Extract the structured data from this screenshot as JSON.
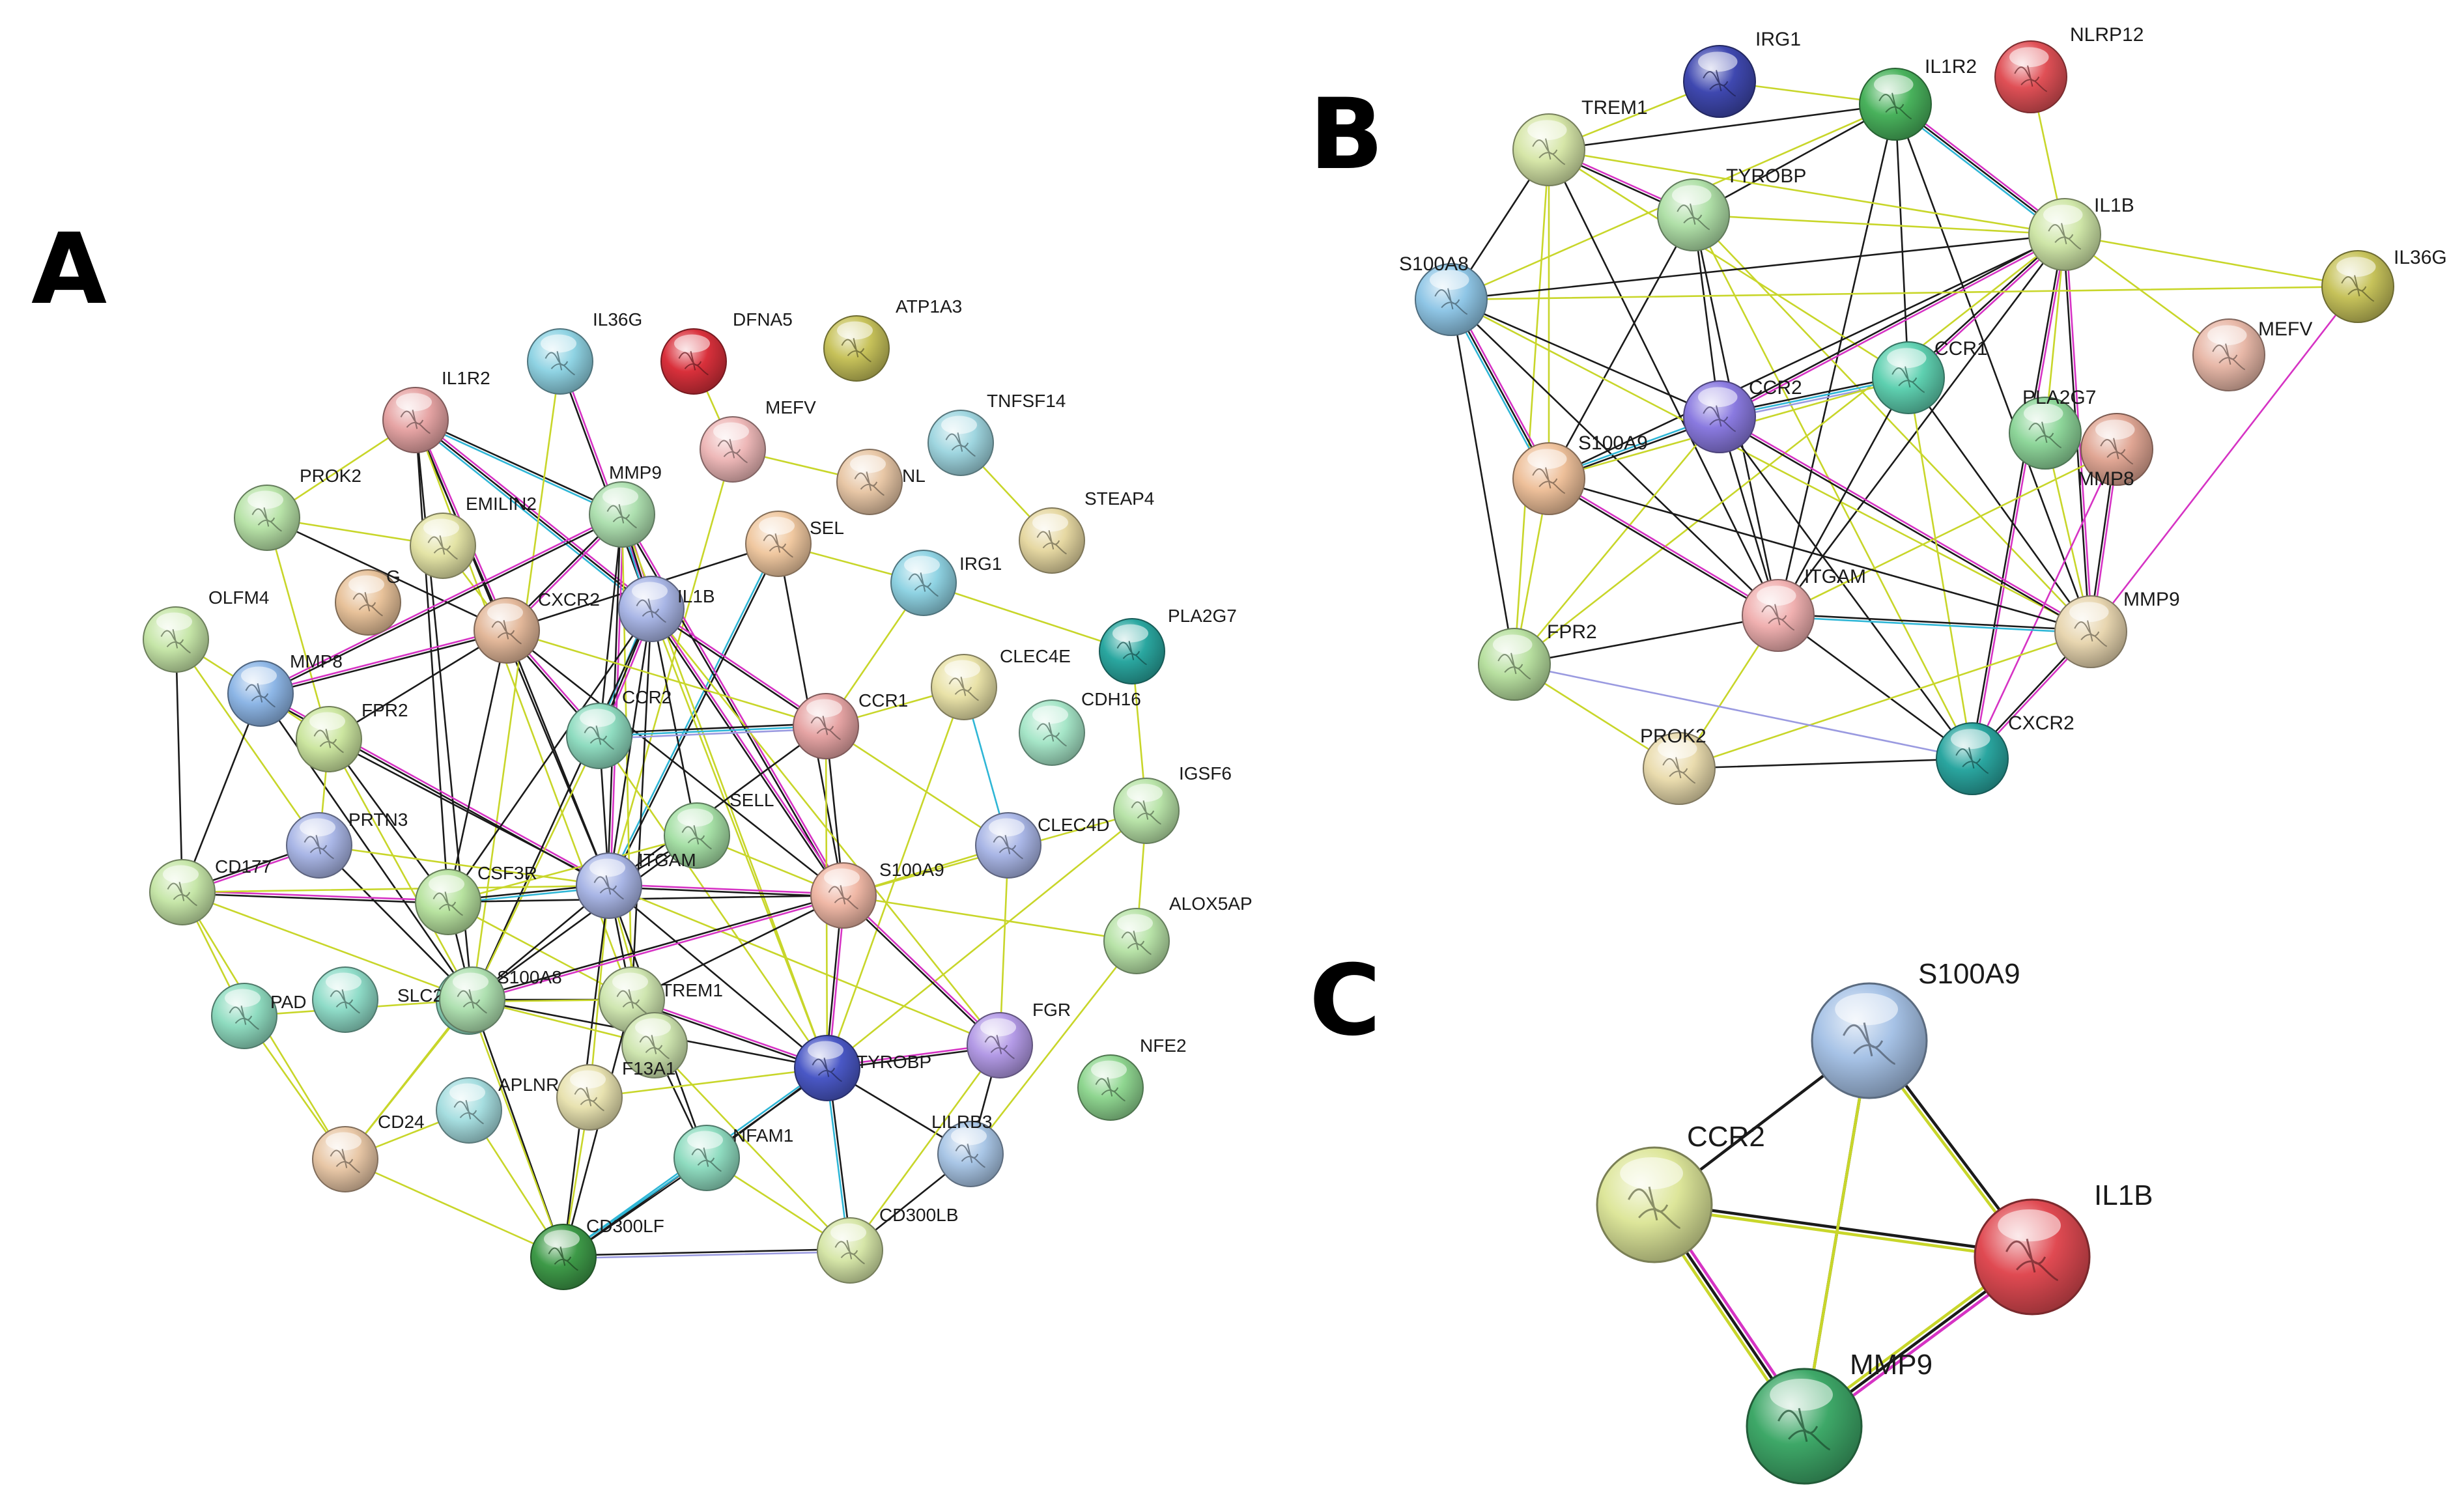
{
  "panels": [
    {
      "id": "A",
      "label": "A",
      "nodes": [
        {
          "id": "IL36G",
          "label": "IL36G",
          "color": "#8fd3e3"
        },
        {
          "id": "DFNA5",
          "label": "DFNA5",
          "color": "#d9303b"
        },
        {
          "id": "ATP1A3",
          "label": "ATP1A3",
          "color": "#c7c25a"
        },
        {
          "id": "IL1R2",
          "label": "IL1R2",
          "color": "#e6a4a4"
        },
        {
          "id": "MEFV",
          "label": "MEFV",
          "color": "#eeb8b8"
        },
        {
          "id": "NL",
          "label": "NL",
          "color": "#e8c7a6"
        },
        {
          "id": "TNFSF14",
          "label": "TNFSF14",
          "color": "#9fd6e0"
        },
        {
          "id": "PROK2",
          "label": "PROK2",
          "color": "#b8e3a8"
        },
        {
          "id": "EMILIN2",
          "label": "EMILIN2",
          "color": "#e4e4a6"
        },
        {
          "id": "MMP9",
          "label": "MMP9",
          "color": "#aee0b0"
        },
        {
          "id": "SEL",
          "label": "SEL",
          "color": "#f0c8a0"
        },
        {
          "id": "STEAP4",
          "label": "STEAP4",
          "color": "#e6d8a2"
        },
        {
          "id": "G",
          "label": "G",
          "color": "#e8c29a"
        },
        {
          "id": "IL1B",
          "label": "IL1B",
          "color": "#a9b6e6"
        },
        {
          "id": "IRG1",
          "label": "IRG1",
          "color": "#8fd3e3"
        },
        {
          "id": "OLFM4",
          "label": "OLFM4",
          "color": "#c6e6a8"
        },
        {
          "id": "CXCR2",
          "label": "CXCR2",
          "color": "#e3b89a"
        },
        {
          "id": "PLA2G7",
          "label": "PLA2G7",
          "color": "#2aa7a0"
        },
        {
          "id": "MMP8",
          "label": "MMP8",
          "color": "#8db6e6"
        },
        {
          "id": "CLEC4E",
          "label": "CLEC4E",
          "color": "#e9e2a8"
        },
        {
          "id": "CCR2",
          "label": "CCR2",
          "color": "#8fdcc0"
        },
        {
          "id": "CCR1",
          "label": "CCR1",
          "color": "#e6a4a4"
        },
        {
          "id": "FPR2",
          "label": "FPR2",
          "color": "#cce6a0"
        },
        {
          "id": "CDH16",
          "label": "CDH16",
          "color": "#a6e6c8"
        },
        {
          "id": "SELL",
          "label": "SELL",
          "color": "#a6e0a6"
        },
        {
          "id": "PRTN3",
          "label": "PRTN3",
          "color": "#a9b6e6"
        },
        {
          "id": "CLEC4D",
          "label": "CLEC4D",
          "color": "#a9b6e6"
        },
        {
          "id": "IGSF6",
          "label": "IGSF6",
          "color": "#b8e3a8"
        },
        {
          "id": "CD177",
          "label": "CD177",
          "color": "#c6e6a8"
        },
        {
          "id": "CSF3R",
          "label": "CSF3R",
          "color": "#b8e3a0"
        },
        {
          "id": "ITGAM",
          "label": "ITGAM",
          "color": "#a9b6e6"
        },
        {
          "id": "S100A9",
          "label": "S100A9",
          "color": "#f0b8a6"
        },
        {
          "id": "ALOX5AP",
          "label": "ALOX5AP",
          "color": "#b8e3a8"
        },
        {
          "id": "SLC2A3",
          "label": "SLC2A3",
          "color": "#8fdcc0"
        },
        {
          "id": "S100A8",
          "label": "S100A8",
          "color": "#aee0b0"
        },
        {
          "id": "TREM1",
          "label": "TREM1",
          "color": "#cfe6b0"
        },
        {
          "id": "PAD",
          "label": "PAD",
          "color": "#8fdcc0"
        },
        {
          "id": "PAD2",
          "label": "",
          "color": "#8fdcc8"
        },
        {
          "id": "FGR",
          "label": "FGR",
          "color": "#b39ae6"
        },
        {
          "id": "NFE2",
          "label": "NFE2",
          "color": "#8fd690"
        },
        {
          "id": "TYROBP",
          "label": "TYROBP",
          "color": "#4a58c6"
        },
        {
          "id": "APLNR",
          "label": "APLNR",
          "color": "#e8e2b0"
        },
        {
          "id": "F13A1",
          "label": "F13A1",
          "color": "#cfe6b0"
        },
        {
          "id": "CD24",
          "label": "CD24",
          "color": "#e8c7a6"
        },
        {
          "id": "CD24B",
          "label": "",
          "color": "#a6dee0"
        },
        {
          "id": "NFAM1",
          "label": "NFAM1",
          "color": "#8fdcc0"
        },
        {
          "id": "LILRB3",
          "label": "LILRB3",
          "color": "#a9c6e6"
        },
        {
          "id": "CD300LF",
          "label": "CD300LF",
          "color": "#3e9a48"
        },
        {
          "id": "CD300LB",
          "label": "CD300LB",
          "color": "#d6e6a8"
        }
      ]
    },
    {
      "id": "B",
      "label": "B",
      "nodes": [
        {
          "id": "IRG1",
          "label": "IRG1",
          "color": "#3f48b0"
        },
        {
          "id": "IL1R2",
          "label": "IL1R2",
          "color": "#49b25c"
        },
        {
          "id": "NLRP12",
          "label": "NLRP12",
          "color": "#e05056"
        },
        {
          "id": "TREM1",
          "label": "TREM1",
          "color": "#d6e6a8"
        },
        {
          "id": "TYROBP",
          "label": "TYROBP",
          "color": "#b0e0a8"
        },
        {
          "id": "IL1B",
          "label": "IL1B",
          "color": "#cfe6a8"
        },
        {
          "id": "S100A8",
          "label": "S100A8",
          "color": "#8fc6e6"
        },
        {
          "id": "IL36G",
          "label": "IL36G",
          "color": "#c6c25a"
        },
        {
          "id": "MEFV",
          "label": "MEFV",
          "color": "#e8b8a8"
        },
        {
          "id": "CCR2",
          "label": "CCR2",
          "color": "#8a7ae0"
        },
        {
          "id": "CCR1",
          "label": "CCR1",
          "color": "#5ed0b0"
        },
        {
          "id": "PLA2G7",
          "label": "PLA2G7",
          "color": "#8ed69a"
        },
        {
          "id": "MMP8",
          "label": "MMP8",
          "color": "#e0a694"
        },
        {
          "id": "S100A9",
          "label": "S100A9",
          "color": "#eec09a"
        },
        {
          "id": "ITGAM",
          "label": "ITGAM",
          "color": "#f0b0b0"
        },
        {
          "id": "MMP9",
          "label": "MMP9",
          "color": "#e8d6b0"
        },
        {
          "id": "FPR2",
          "label": "FPR2",
          "color": "#b8e0a0"
        },
        {
          "id": "PROK2",
          "label": "PROK2",
          "color": "#eadcae"
        },
        {
          "id": "CXCR2",
          "label": "CXCR2",
          "color": "#2aa6a0"
        }
      ]
    },
    {
      "id": "C",
      "label": "C",
      "nodes": [
        {
          "id": "S100A9",
          "label": "S100A9",
          "color": "#a6c2e6"
        },
        {
          "id": "CCR2",
          "label": "CCR2",
          "color": "#dde69a"
        },
        {
          "id": "IL1B",
          "label": "IL1B",
          "color": "#e04a52"
        },
        {
          "id": "MMP9",
          "label": "MMP9",
          "color": "#3ea868"
        }
      ]
    }
  ],
  "edge_colors": {
    "coexpression": "#1a1a1a",
    "textmining": "#c8d62a",
    "experiments": "#d633c4",
    "database": "#2fb6d6",
    "homology": "#9a9ae0"
  }
}
